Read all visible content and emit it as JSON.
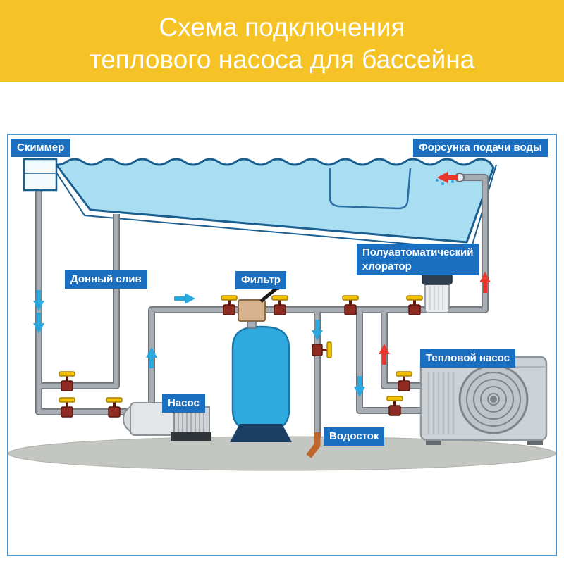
{
  "header": {
    "line1": "Схема подключения",
    "line2": "теплового насоса для бассейна"
  },
  "labels": {
    "skimmer": "Скиммер",
    "nozzle": "Форсунка подачи воды",
    "bottom_drain": "Донный слив",
    "filter": "Фильтр",
    "chlorinator_l1": "Полуавтоматический",
    "chlorinator_l2": "хлоратор",
    "pump": "Насос",
    "heat_pump": "Тепловой насос",
    "drain": "Водосток"
  },
  "colors": {
    "header_bg": "#F5C325",
    "header_text": "#FFFFFF",
    "label_bg": "#1B6FC0",
    "label_text": "#FFFFFF",
    "frame": "#4D94C8",
    "water": "#A9DEF2",
    "pool_outline": "#1B5E90",
    "pipe": "#A7ADB3",
    "pipe_outline": "#6E747A",
    "valve_handle": "#F2C200",
    "valve_body": "#8E2B23",
    "cold_flow": "#2AA9E0",
    "hot_flow": "#E8392F",
    "filter_tank": "#2FA9DE",
    "filter_stand": "#1C3F66",
    "multiport_valve": "#D8B48E",
    "heat_pump_body": "#CDD2D6",
    "chlorinator_cap": "#2C3E50",
    "ground": "#C4C6C1",
    "waste_outlet": "#C0662B"
  }
}
